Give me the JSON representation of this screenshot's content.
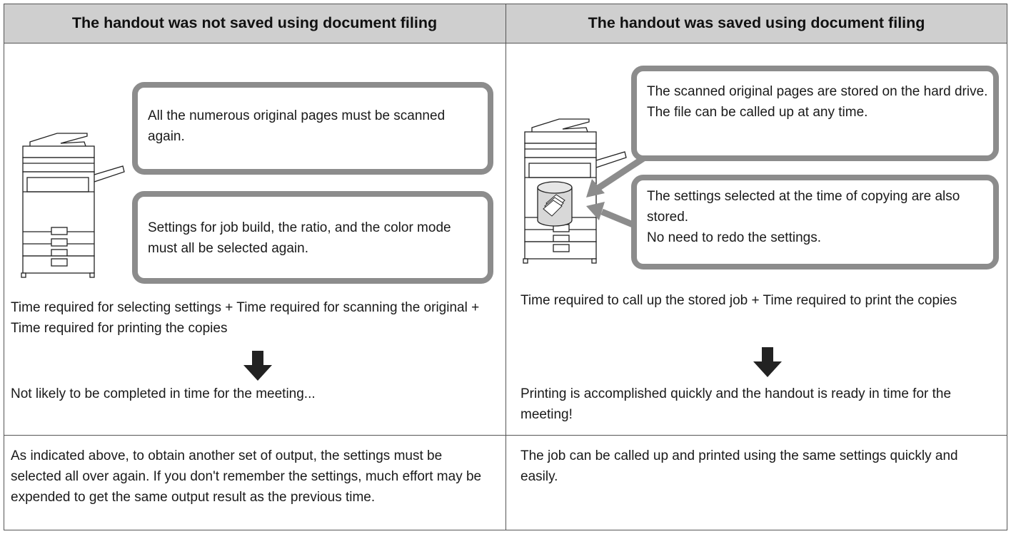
{
  "header": {
    "left": "The handout was not saved using document filing",
    "right": "The handout was saved using document filing"
  },
  "left": {
    "bubble1": "All the numerous original pages must be scanned again.",
    "bubble2": "Settings for job build, the ratio, and the color mode must all be selected again.",
    "time": "Time required for selecting settings + Time required for scanning the original + Time required for printing the copies",
    "result": "Not likely to be completed in time for the meeting..."
  },
  "right": {
    "bubble1": "The scanned original pages are stored on the hard drive. The file can be called up at any time.",
    "bubble2": "The settings selected at the time of copying are also stored.",
    "bubble2b": "No need to redo the settings.",
    "time": "Time required to call up the stored job + Time required to print the copies",
    "result": "Printing is accomplished quickly and the handout is ready in time for the meeting!"
  },
  "footer": {
    "left": "As indicated above, to obtain another set of output, the settings must be selected all over again. If you don't remember the settings, much effort may be expended to get the same output result as the previous time.",
    "right": "The job can be called up and printed using the same settings quickly and easily."
  },
  "icons": {
    "arrow": "down-arrow-icon",
    "printer": "printer-icon",
    "disk": "hard-drive-icon"
  }
}
